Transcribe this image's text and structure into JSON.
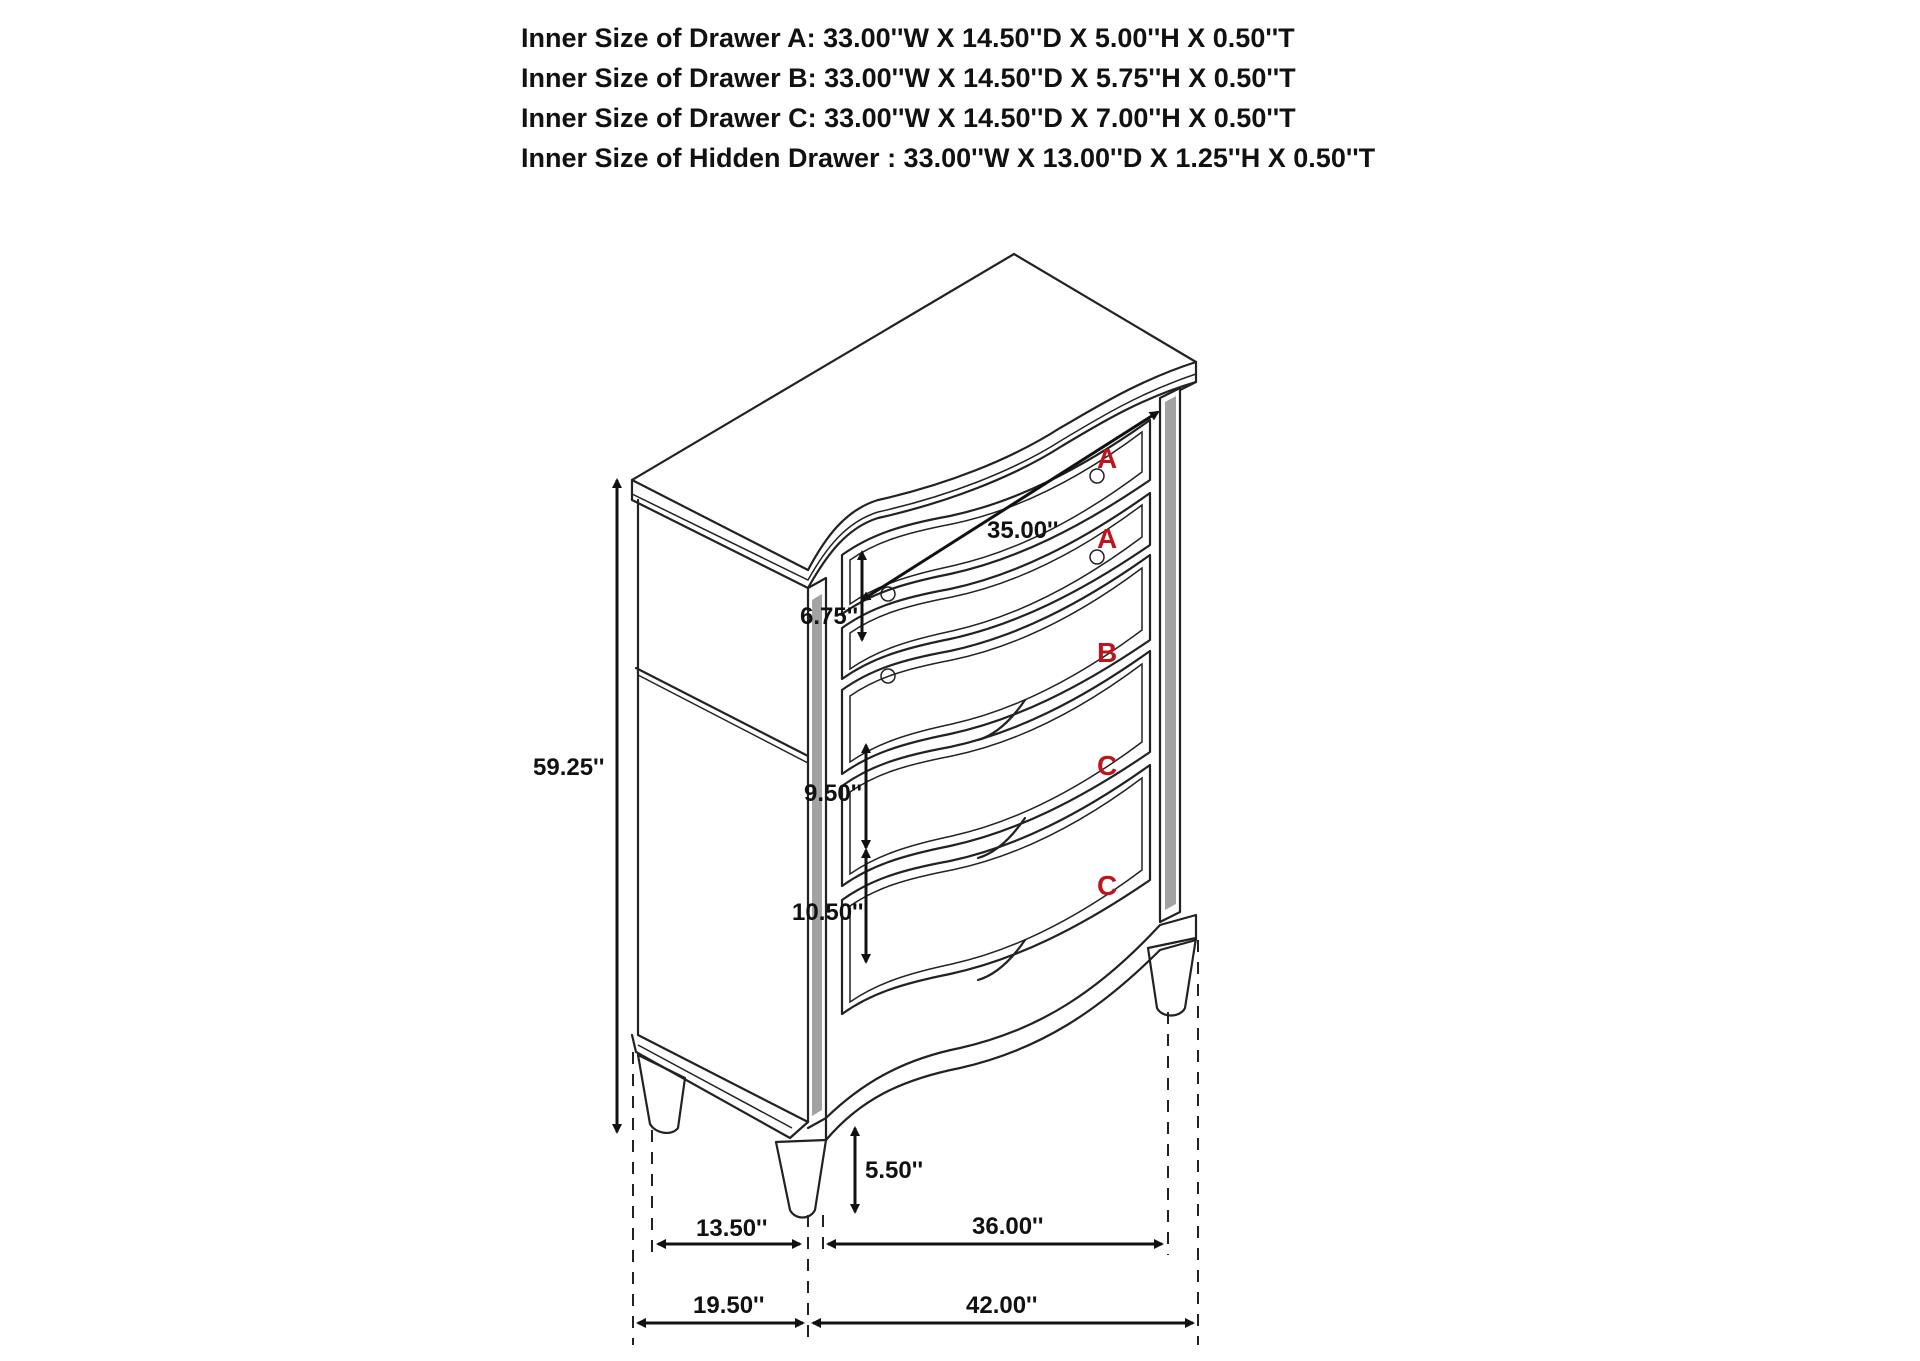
{
  "specs": [
    "Inner Size of Drawer  A: 33.00''W X 14.50''D X 5.00''H X 0.50''T",
    "Inner Size of Drawer B: 33.00''W X 14.50''D X 5.75''H X 0.50''T",
    "Inner Size of Drawer C: 33.00''W X 14.50''D X 7.00''H X 0.50''T",
    "Inner Size of Hidden Drawer : 33.00''W X 13.00''D X 1.25''H X 0.50''T"
  ],
  "dimensions": {
    "total_height": "59.25''",
    "top_width": "35.00''",
    "drawer_a_height": "6.75''",
    "drawer_b_height": "9.50''",
    "drawer_c_height": "10.50''",
    "leg_height": "5.50''",
    "inner_depth": "13.50''",
    "inner_width": "36.00''",
    "overall_depth": "19.50''",
    "overall_width": "42.00''"
  },
  "drawer_labels": [
    "A",
    "A",
    "B",
    "C",
    "C"
  ],
  "colors": {
    "label_red": "#c0141c",
    "line": "#222222"
  }
}
